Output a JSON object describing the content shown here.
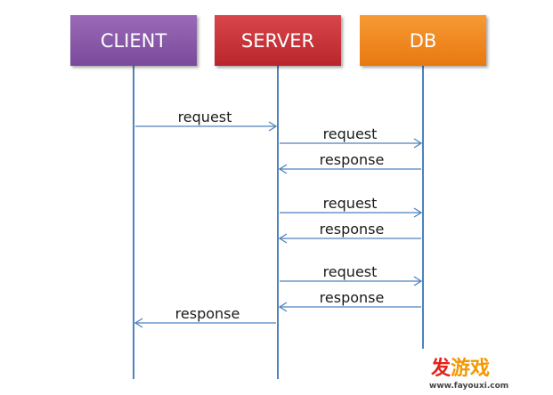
{
  "participants": [
    {
      "id": "client",
      "label": "CLIENT",
      "color": "#7a4a9a",
      "color_light": "#9a6ab8"
    },
    {
      "id": "server",
      "label": "SERVER",
      "color": "#b8262c",
      "color_light": "#d8464a"
    },
    {
      "id": "db",
      "label": "DB",
      "color": "#e8780f",
      "color_light": "#f79a35"
    }
  ],
  "lifeline_color": "#4f81bd",
  "arrow_color": "#4f81bd",
  "messages": [
    {
      "from": "client",
      "to": "server",
      "label": "request"
    },
    {
      "from": "server",
      "to": "db",
      "label": "request"
    },
    {
      "from": "db",
      "to": "server",
      "label": "response"
    },
    {
      "from": "server",
      "to": "db",
      "label": "request"
    },
    {
      "from": "db",
      "to": "server",
      "label": "response"
    },
    {
      "from": "server",
      "to": "db",
      "label": "request"
    },
    {
      "from": "db",
      "to": "server",
      "label": "response"
    },
    {
      "from": "server",
      "to": "client",
      "label": "response"
    }
  ],
  "watermark": {
    "text_cn": "发游戏",
    "url": "www.fayouxi.com",
    "color_red": "#e2231a",
    "color_orange": "#f39800"
  }
}
